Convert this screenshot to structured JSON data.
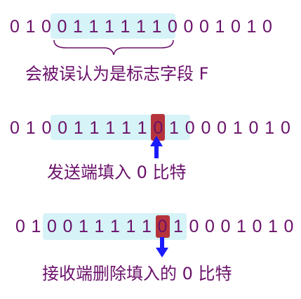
{
  "diagram": {
    "row1": {
      "bits": [
        "0",
        "1",
        "0",
        "0",
        "1",
        "1",
        "1",
        "1",
        "1",
        "1",
        "0",
        "0",
        "0",
        "1",
        "0",
        "1",
        "0"
      ],
      "caption": "会被误认为是标志字段 F"
    },
    "row2": {
      "bits": [
        "0",
        "1",
        "0",
        "0",
        "1",
        "1",
        "1",
        "1",
        "1",
        "0",
        "1",
        "0",
        "0",
        "0",
        "1",
        "0",
        "1",
        "0"
      ],
      "caption": "发送端填入 0 比特"
    },
    "row3": {
      "bits": [
        "0",
        "1",
        "0",
        "0",
        "1",
        "1",
        "1",
        "1",
        "1",
        "0",
        "1",
        "0",
        "0",
        "0",
        "1",
        "0",
        "1",
        "0"
      ],
      "caption": "接收端删除填入的 0 比特"
    },
    "colors": {
      "text": "#6a106a",
      "highlight": "#d6f3f7",
      "stuffed_bit_box": "#b5343c",
      "arrow": "#1a1aff"
    }
  }
}
